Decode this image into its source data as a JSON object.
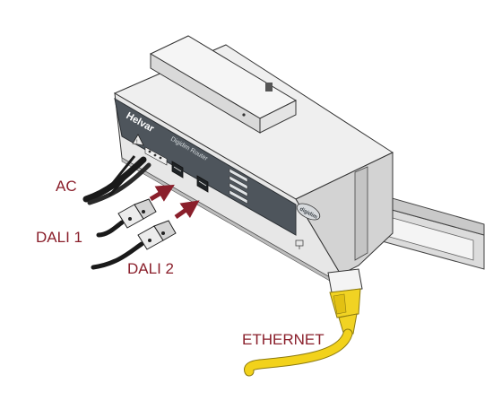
{
  "device": {
    "brand": "Helvar",
    "model": "Digidim Router",
    "badge": "digidim"
  },
  "labels": {
    "ac": "AC",
    "dali1": "DALI 1",
    "dali2": "DALI 2",
    "ethernet": "ETHERNET"
  },
  "colors": {
    "label": "#8a1f2b",
    "arrow": "#8a1f2b",
    "ethernet_cable": "#f2d21b",
    "panel": "#4e555c",
    "body": "#e7e7e7"
  },
  "icons": [
    "warning-icon",
    "network-port-icon"
  ]
}
